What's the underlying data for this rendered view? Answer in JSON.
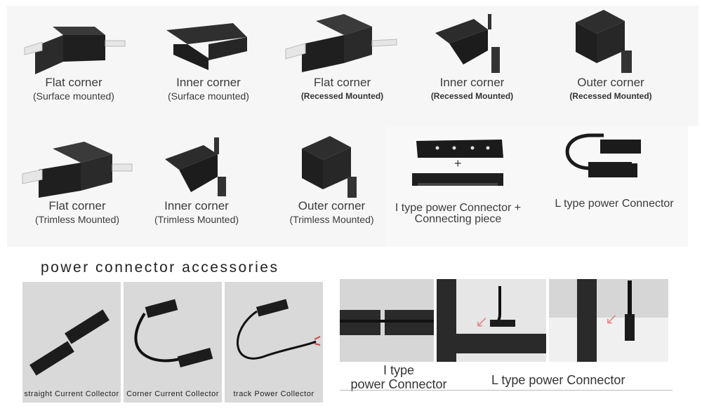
{
  "corners": [
    {
      "title": "Flat corner",
      "sub": "(Surface mounted)"
    },
    {
      "title": "Inner corner",
      "sub": "(Surface mounted)"
    },
    {
      "title": "Flat corner",
      "sub": "(Recessed Mounted)"
    },
    {
      "title": "Inner corner",
      "sub": "(Recessed Mounted)"
    },
    {
      "title": "Outer corner",
      "sub": "(Recessed Mounted)"
    },
    {
      "title": "Flat corner",
      "sub": "(Trimless Mounted)"
    },
    {
      "title": "Inner corner",
      "sub": "(Trimless Mounted)"
    },
    {
      "title": "Outer corner",
      "sub": "(Trimless Mounted)"
    }
  ],
  "connectors": {
    "i_type": "I type power Connector +",
    "i_type_line2": "Connecting piece",
    "plus": "+",
    "l_type": "L type power Connector"
  },
  "accessories": {
    "heading": "power connector accessories",
    "items": [
      "straight Current Collector",
      "Corner Current Collector",
      "track Power Collector"
    ]
  },
  "install": {
    "i_line1": "I type",
    "i_line2": "power Connector",
    "l_label": "L type power Connector"
  }
}
